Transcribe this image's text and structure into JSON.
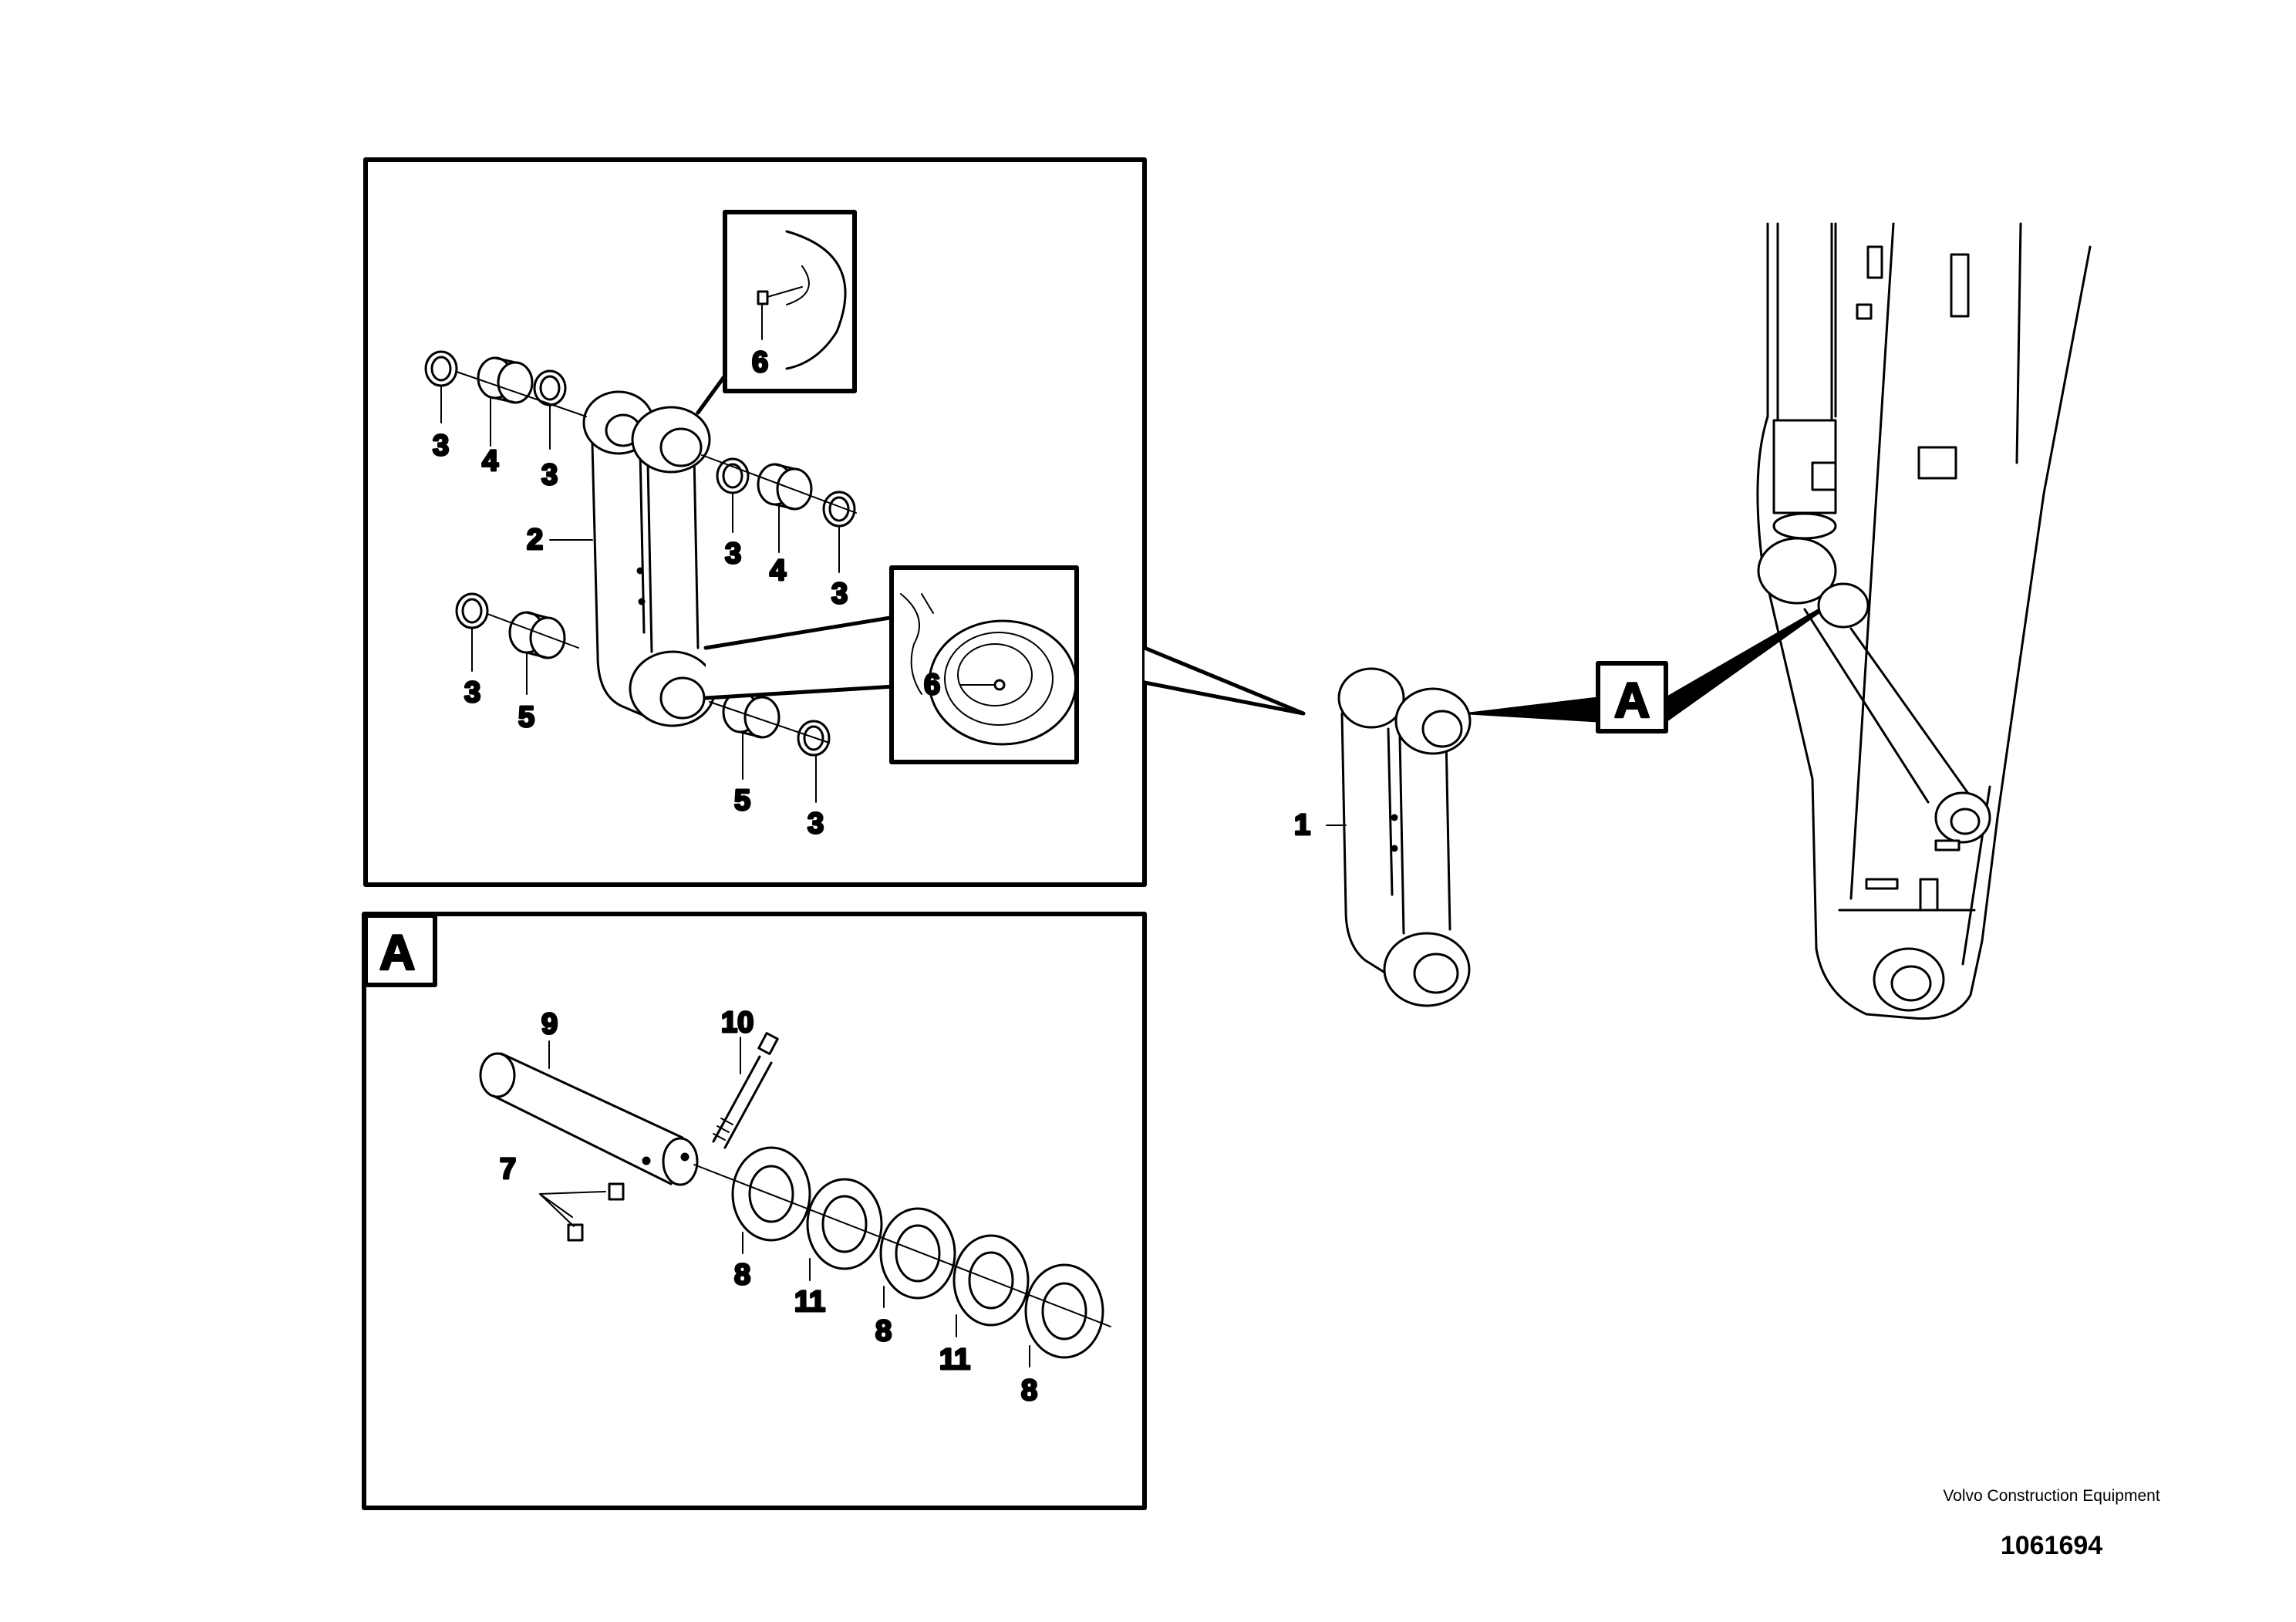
{
  "callouts": {
    "c1": "1",
    "c2": "2",
    "c3": "3",
    "c4": "4",
    "c5": "5",
    "c6": "6",
    "c7": "7",
    "c8": "8",
    "c9": "9",
    "c10": "10",
    "c11": "11"
  },
  "detail_letter": "A",
  "footer": {
    "company": "Volvo Construction Equipment",
    "drawing_number": "1061694"
  }
}
